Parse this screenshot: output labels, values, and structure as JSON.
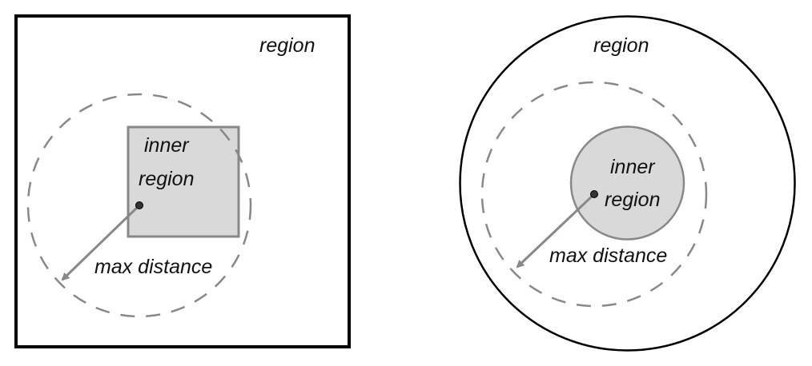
{
  "left_diagram": {
    "outer_label": "region",
    "inner_label_line1": "inner",
    "inner_label_line2": "region",
    "distance_label": "max distance"
  },
  "right_diagram": {
    "outer_label": "region",
    "inner_label_line1": "inner",
    "inner_label_line2": "region",
    "distance_label": "max distance"
  },
  "colors": {
    "outline": "#000000",
    "inner_fill": "#d9d9d9",
    "inner_stroke": "#888888",
    "dashed": "#888888",
    "arrow": "#888888"
  }
}
